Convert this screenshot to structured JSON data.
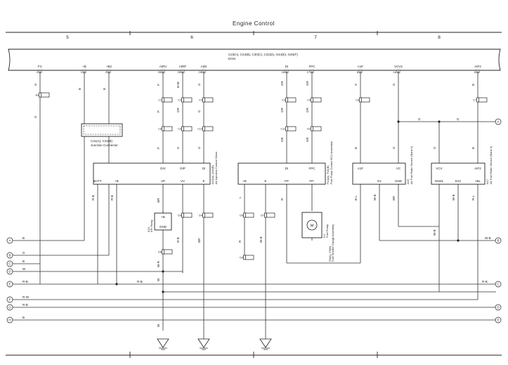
{
  "title": "Engine Control",
  "columns": [
    "5",
    "6",
    "7",
    "8"
  ],
  "ecm": {
    "header": "C23(A), C24(B), C30(C), C31(D), G44(E), G46(F)",
    "label": "ECM",
    "terminals": [
      {
        "name": "FC",
        "pin": "2"
      },
      {
        "name": "+B",
        "pin": "1"
      },
      {
        "name": "+B2",
        "pin": "2"
      },
      {
        "name": "AIRV",
        "pin": "26"
      },
      {
        "name": "AIRP",
        "pin": "25"
      },
      {
        "name": "AIDI",
        "pin": "28"
      },
      {
        "name": "DI",
        "pin": "18"
      },
      {
        "name": "FPC",
        "pin": "17"
      },
      {
        "name": "A1F",
        "pin": "6"
      },
      {
        "name": "VCV2",
        "pin": "18"
      },
      {
        "name": "AIF2",
        "pin": "6"
      }
    ]
  },
  "wire_colors": {
    "fc": "G",
    "b": "B",
    "b2": "B",
    "airv": "P",
    "airp": "B-W",
    "aidi": "G",
    "di": "GR",
    "fpc": "GR",
    "a1f": "V",
    "a1f_low": "B",
    "aif2": "B",
    "vcv2_horiz": "G",
    "j2": "L",
    "j3": "GR",
    "j4": "V",
    "j7": "GR",
    "j8": "GR",
    "j10": "G",
    "j13": "G"
  },
  "connectors": [
    "A4",
    "C1",
    "C2",
    "C3",
    "C4",
    "C5",
    "C6",
    "C7",
    "C8",
    "C9",
    "C10",
    "C11",
    "D2",
    "D3",
    "D4",
    "D6",
    "D7",
    "D8",
    "D9",
    "D10",
    "D11",
    "D12",
    "D13",
    "D14"
  ],
  "junction": {
    "label": "C31(A), C34(B)",
    "sub": "Junction Connector"
  },
  "relay": {
    "label": "K15",
    "sub": "EFI Relay",
    "gnd": "GND",
    "plus": "+B"
  },
  "blocks": {
    "air_pump": {
      "label": "A15(A), A16(B)",
      "sub": "Air Injection Control Driver",
      "top": [
        "DIV",
        "DIP",
        "DI"
      ],
      "bottom": [
        "BATT",
        "+B",
        "VP",
        "VV",
        "E"
      ]
    },
    "fuel_pump": {
      "label": "F14(A), F15(B)",
      "sub": "Fuel Pump Control ECU Assembly",
      "top": [
        "DI",
        "FPC"
      ],
      "bottom": [
        "+B",
        "E",
        "FP",
        "FP-"
      ]
    },
    "af_sensor1": {
      "label": "A16",
      "sub": "Air Fuel Ratio Sensor (Bank 1)",
      "top": [
        "A1F",
        "VC"
      ],
      "bottom": [
        "E2",
        "GND"
      ]
    },
    "af_sensor2": {
      "label": "A17",
      "sub": "Air Fuel Ratio Sensor (Bank 2)",
      "top": [
        "VCV",
        "AIF2"
      ],
      "bottom": [
        "GNDL",
        "E22",
        "+BL"
      ]
    },
    "fuel_pump_motor": {
      "label": "F4",
      "sub": "Fuel Pump",
      "part": "F8(A), F9(B)",
      "part_sub": "Fuel Sender Gauge Assembly",
      "terminal": "M"
    }
  },
  "bus_lines": [
    {
      "label": "A",
      "text": "B"
    },
    {
      "label": "B",
      "text": "G"
    },
    {
      "label": "C",
      "text": "B"
    },
    {
      "label": "D",
      "text": "W"
    },
    {
      "label": "E",
      "text": "R-B"
    },
    {
      "label": "F",
      "text": "R-W"
    },
    {
      "label": "G",
      "text": "R-B"
    },
    {
      "label": "H",
      "text": "B"
    }
  ],
  "right_refs": [
    "A",
    "B",
    "C",
    "D",
    "E"
  ],
  "wire_labels": {
    "r_b": "R-B",
    "w_b": "W-B",
    "br": "BR",
    "r": "R",
    "bl": "B-L",
    "w": "W",
    "rl": "R-L",
    "l": "L",
    "wr": "W-R"
  }
}
